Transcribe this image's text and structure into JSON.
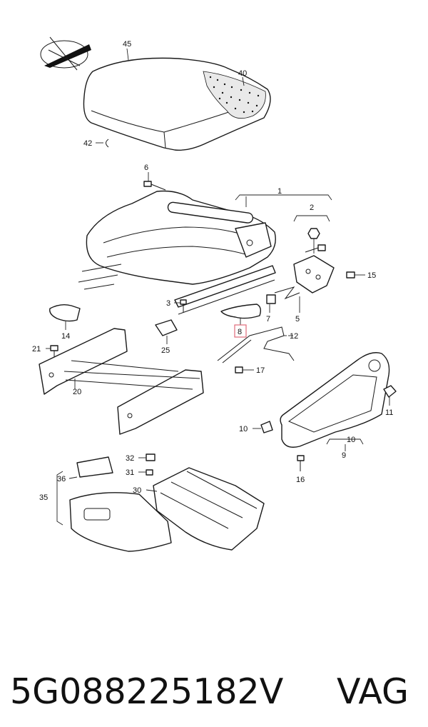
{
  "parts": [
    {
      "id": "p1",
      "label": "1"
    },
    {
      "id": "p2",
      "label": "2"
    },
    {
      "id": "p3",
      "label": "3"
    },
    {
      "id": "p5",
      "label": "5"
    },
    {
      "id": "p6",
      "label": "6"
    },
    {
      "id": "p7",
      "label": "7"
    },
    {
      "id": "p8",
      "label": "8",
      "highlight": true
    },
    {
      "id": "p9",
      "label": "9"
    },
    {
      "id": "p10a",
      "label": "10"
    },
    {
      "id": "p10b",
      "label": "10"
    },
    {
      "id": "p11",
      "label": "11"
    },
    {
      "id": "p12",
      "label": "12"
    },
    {
      "id": "p14",
      "label": "14"
    },
    {
      "id": "p15",
      "label": "15"
    },
    {
      "id": "p16",
      "label": "16"
    },
    {
      "id": "p17",
      "label": "17"
    },
    {
      "id": "p20",
      "label": "20"
    },
    {
      "id": "p21",
      "label": "21"
    },
    {
      "id": "p25",
      "label": "25"
    },
    {
      "id": "p30",
      "label": "30"
    },
    {
      "id": "p31",
      "label": "31"
    },
    {
      "id": "p32",
      "label": "32"
    },
    {
      "id": "p35",
      "label": "35"
    },
    {
      "id": "p36",
      "label": "36"
    },
    {
      "id": "p40",
      "label": "40"
    },
    {
      "id": "p42",
      "label": "42"
    },
    {
      "id": "p45",
      "label": "45"
    }
  ],
  "footer": {
    "part_number": "5G088225182V",
    "brand": "VAG"
  },
  "colors": {
    "line": "#1a1a1a",
    "highlight": "#e06a7a"
  },
  "icons": {
    "no_glue_symbol": "crossed-out-seat-symbol"
  }
}
